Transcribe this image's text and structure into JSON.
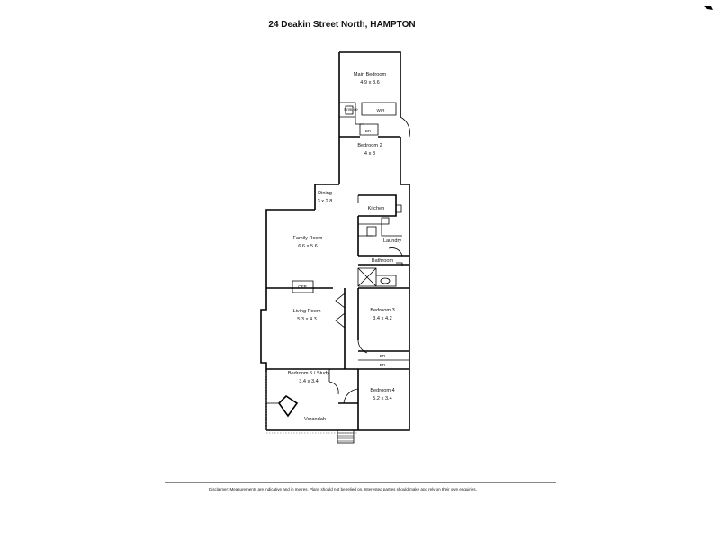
{
  "title": "24 Deakin Street North, HAMPTON",
  "rooms": {
    "main_bedroom": {
      "name": "Main Bedroom",
      "size": "4.9 x 3.6"
    },
    "ensuite": {
      "name": "Ensuite"
    },
    "wir": {
      "name": "WIR"
    },
    "br_top": {
      "name": "BR"
    },
    "bedroom2": {
      "name": "Bedroom 2",
      "size": "4 x 3"
    },
    "dining": {
      "name": "Dining",
      "size": "3 x 2.8"
    },
    "kitchen": {
      "name": "Kitchen"
    },
    "family_room": {
      "name": "Family Room",
      "size": "6.6 x 5.6"
    },
    "laundry": {
      "name": "Laundry"
    },
    "bathroom": {
      "name": "Bathroom"
    },
    "ofp": {
      "name": "OFP"
    },
    "living_room": {
      "name": "Living Room",
      "size": "5.3 x 4.3"
    },
    "bedroom3": {
      "name": "Bedroom 3",
      "size": "3.4 x 4.2"
    },
    "br_mid1": {
      "name": "BR"
    },
    "br_mid2": {
      "name": "BR"
    },
    "bedroom5": {
      "name": "Bedroom 5 / Study",
      "size": "3.4 x 3.4"
    },
    "bedroom4": {
      "name": "Bedroom 4",
      "size": "5.2 x 3.4"
    },
    "verandah": {
      "name": "Verandah"
    }
  },
  "disclaimer": "Disclaimer:  Measurements are indicative and in metres.  Plans should not be relied on.  Interested parties should make and rely on their own enquiries."
}
